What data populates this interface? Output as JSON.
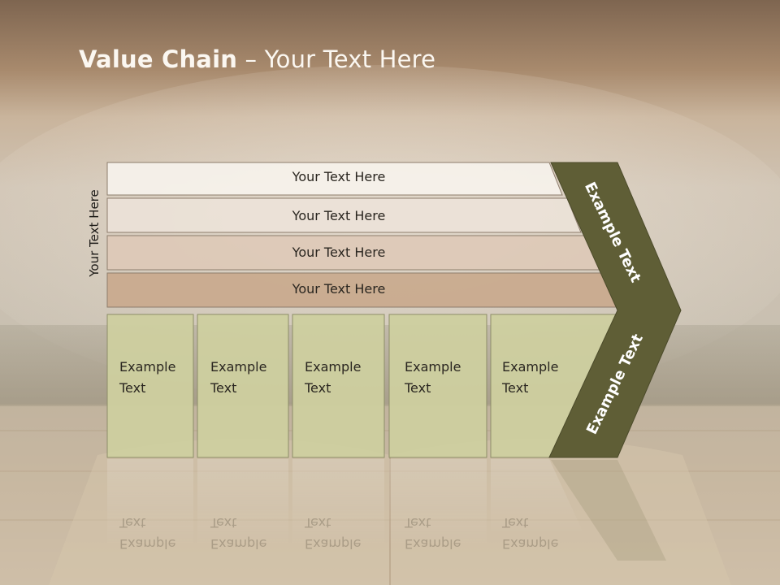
{
  "slide": {
    "title_bold": "Value Chain",
    "title_rest": " – Your Text Here",
    "side_label": "Your Text Here"
  },
  "rows": [
    {
      "label": "Your Text Here",
      "fill": "#f6f2ec"
    },
    {
      "label": "Your Text Here",
      "fill": "#ebe2d8"
    },
    {
      "label": "Your Text Here",
      "fill": "#ddc9b7"
    },
    {
      "label": "Your Text Here",
      "fill": "#c9a98d"
    }
  ],
  "cells": [
    {
      "label": "Example\nText"
    },
    {
      "label": "Example\nText"
    },
    {
      "label": "Example\nText"
    },
    {
      "label": "Example\nText"
    },
    {
      "label": "Example\nText"
    }
  ],
  "chevron": {
    "upper_label": "Example Text",
    "lower_label": "Example Text",
    "fill": "#5f5e36"
  },
  "colors": {
    "cell_fill": "#cdcf9f",
    "sky_top": "#8a6f56",
    "sky_mid": "#c7ab8d"
  }
}
